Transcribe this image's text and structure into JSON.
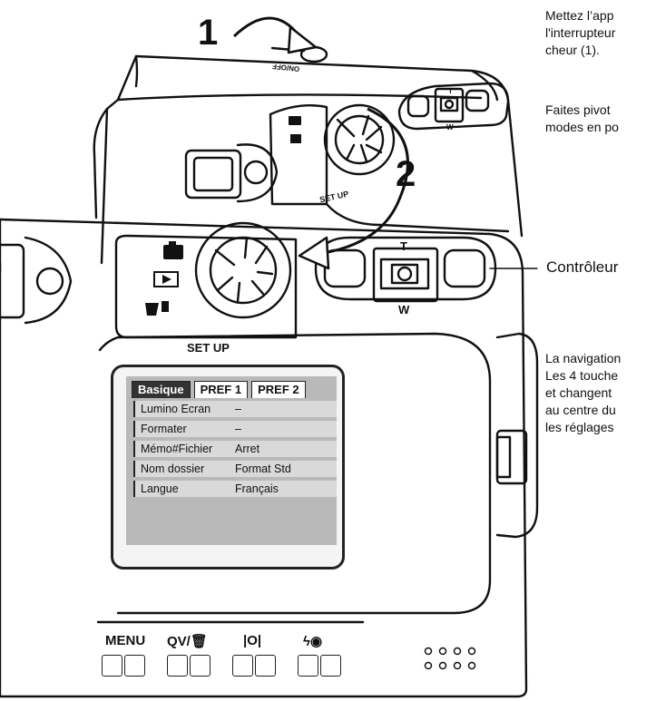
{
  "steps": {
    "one": "1",
    "two": "2"
  },
  "side_text": {
    "para1_line1": "Mettez l’app",
    "para1_line2": "l'interrupteur",
    "para1_line3": "cheur (1).",
    "para2_line1": "Faites  pivot",
    "para2_line2": "modes en po",
    "controller_label": "Contrôleur",
    "para3_line1": "La navigation",
    "para3_line2": "Les 4 touche",
    "para3_line3": "et changent",
    "para3_line4": "au centre du",
    "para3_line5": "les réglages"
  },
  "camera_top": {
    "on_off_label": "ON/OFF",
    "setup_label": "SET UP",
    "zoom_t": "T",
    "zoom_w": "W"
  },
  "camera_back": {
    "setup_label": "SET UP",
    "zoom_t": "T",
    "zoom_w": "W"
  },
  "lcd_menu": {
    "tabs": [
      "Basique",
      "PREF 1",
      "PREF 2"
    ],
    "rows": [
      {
        "label": "Lumino Ecran",
        "value": "–"
      },
      {
        "label": "Formater",
        "value": "–"
      },
      {
        "label": "Mémo#Fichier",
        "value": "Arret"
      },
      {
        "label": "Nom dossier",
        "value": "Format Std"
      },
      {
        "label": "Langue",
        "value": "Français"
      }
    ]
  },
  "buttons": {
    "menu": "MENU",
    "qv": "QV/",
    "qv_icon": "trash-icon",
    "display": "|O|",
    "flash_icon": "flash-icon",
    "eye_icon": "red-eye-icon"
  }
}
